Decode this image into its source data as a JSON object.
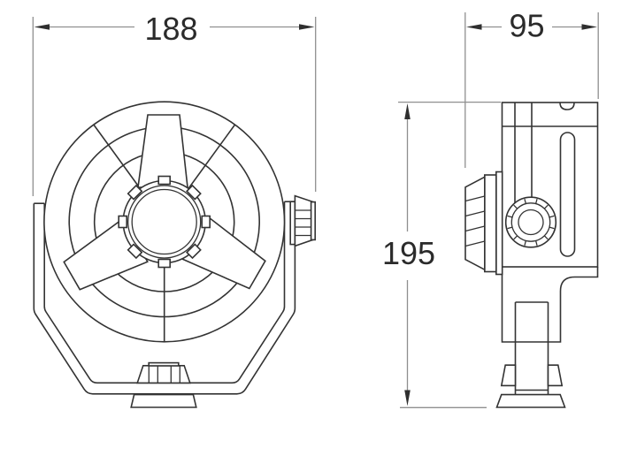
{
  "drawing": {
    "dimension_width": "188",
    "dimension_depth": "95",
    "dimension_height": "195"
  },
  "style": {
    "line_color": "#333333",
    "dimension_line_color": "#8f8f8f",
    "text_color": "#2b2b2b",
    "background": "#ffffff"
  }
}
